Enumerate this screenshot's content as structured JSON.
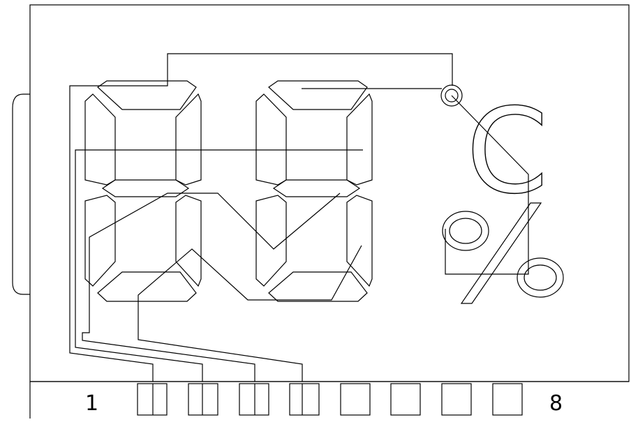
{
  "display": {
    "digit_count": 2,
    "units": {
      "celsius": "C",
      "percent": "%"
    }
  },
  "pins": {
    "first_label": "1",
    "last_label": "8",
    "count": 8
  }
}
